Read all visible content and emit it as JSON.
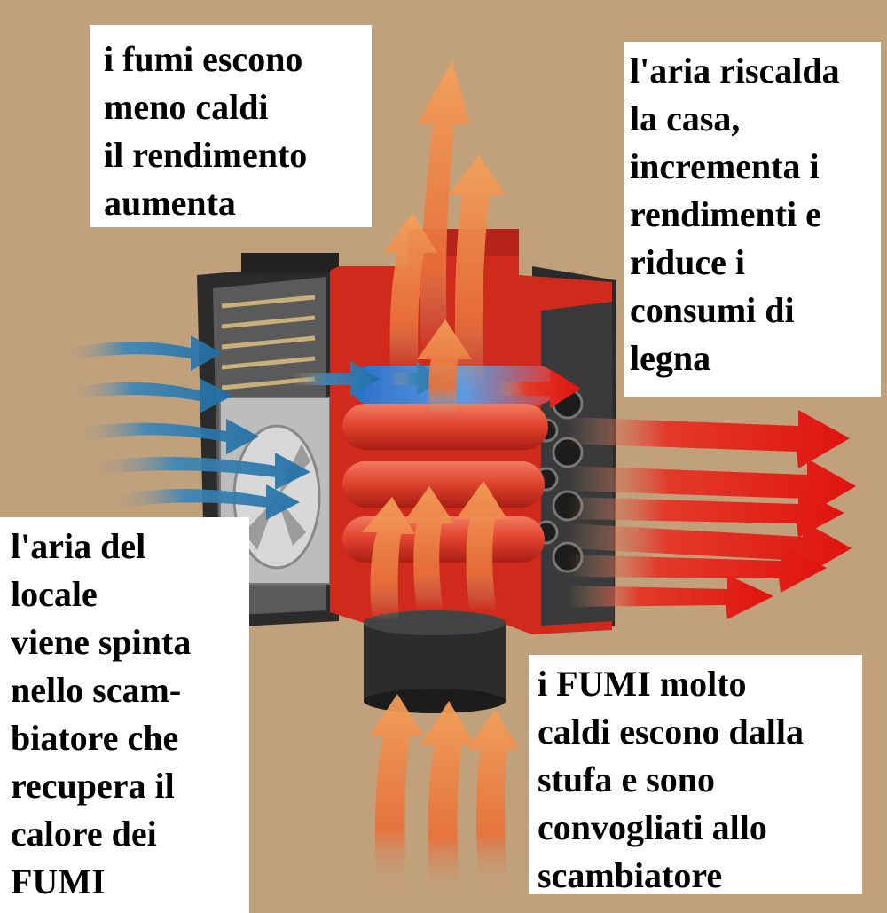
{
  "labels": {
    "top_left": [
      "i fumi escono",
      "meno caldi",
      "il rendimento",
      "aumenta"
    ],
    "top_right": [
      "l'aria riscalda",
      "la casa,",
      "incrementa i",
      "rendimenti e",
      "riduce i",
      "consumi di",
      "legna"
    ],
    "bottom_left": [
      "l'aria del",
      "locale",
      "viene spinta",
      "nello scam-",
      "biatore che",
      "recupera il",
      "calore dei",
      "FUMI"
    ],
    "bottom_right": [
      "i FUMI molto",
      "caldi escono dalla",
      "stufa e sono",
      "convogliati allo",
      "scambiatore"
    ]
  },
  "colors": {
    "background": "#c1a07c",
    "housing_red": "#cf2a1c",
    "tube_red": "#e2452f",
    "smoke_orange": "#f08a3a",
    "cold_air_blue": "#2f7fb5",
    "hot_air_red": "#e01a1a",
    "casing_dark": "#2b2b2b"
  }
}
